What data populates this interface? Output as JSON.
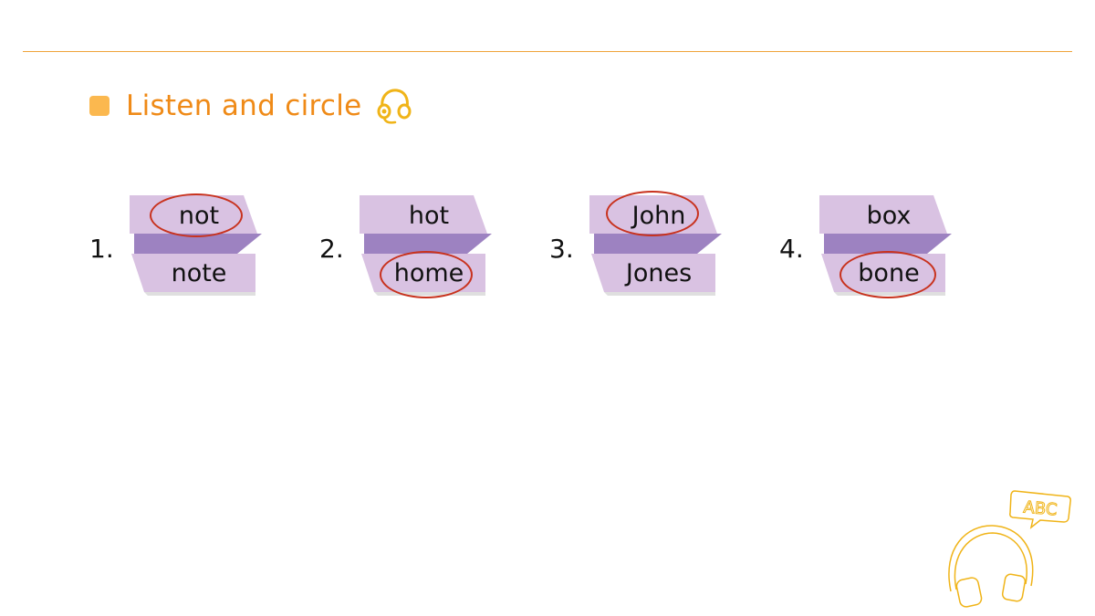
{
  "heading": {
    "title": "Listen and circle",
    "icon": "headset-icon"
  },
  "items": [
    {
      "number": "1.",
      "top_word": "not",
      "bottom_word": "note",
      "circled": "top"
    },
    {
      "number": "2.",
      "top_word": "hot",
      "bottom_word": "home",
      "circled": "bottom"
    },
    {
      "number": "3.",
      "top_word": "John",
      "bottom_word": "Jones",
      "circled": "top"
    },
    {
      "number": "4.",
      "top_word": "box",
      "bottom_word": "bone",
      "circled": "bottom"
    }
  ],
  "decoration": {
    "badge_text": "ABC",
    "icon": "headphones-icon"
  },
  "colors": {
    "accent": "#ef8a17",
    "rule": "#f0a43a",
    "ribbon_light": "#d9c2e2",
    "ribbon_dark": "#9d82c1",
    "circle": "#c8321e"
  }
}
